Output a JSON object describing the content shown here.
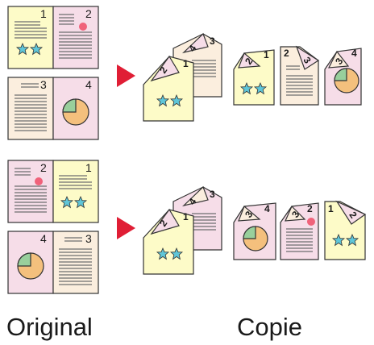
{
  "captions": {
    "original": "Original",
    "copy": "Copie"
  },
  "colors": {
    "yellow": "#fdfbc8",
    "pink": "#f6dde8",
    "cream": "#fbeede",
    "outline": "#333333",
    "line": "#6e6e6e",
    "arrow": "#e01e35",
    "star": "#5fc6d8",
    "pie_fill": "#f4c07d",
    "pie_slice": "#98cf9c",
    "dot": "#f0627a"
  },
  "top_row": {
    "original_sheets": [
      {
        "pages": [
          "1",
          "2"
        ]
      },
      {
        "pages": [
          "3",
          "4"
        ]
      }
    ],
    "copy_pages": [
      "1",
      "2",
      "3",
      "4"
    ]
  },
  "bottom_row": {
    "original_sheets": [
      {
        "pages": [
          "2",
          "1"
        ]
      },
      {
        "pages": [
          "4",
          "3"
        ]
      }
    ],
    "copy_pages": [
      "1",
      "2",
      "3",
      "4"
    ]
  }
}
